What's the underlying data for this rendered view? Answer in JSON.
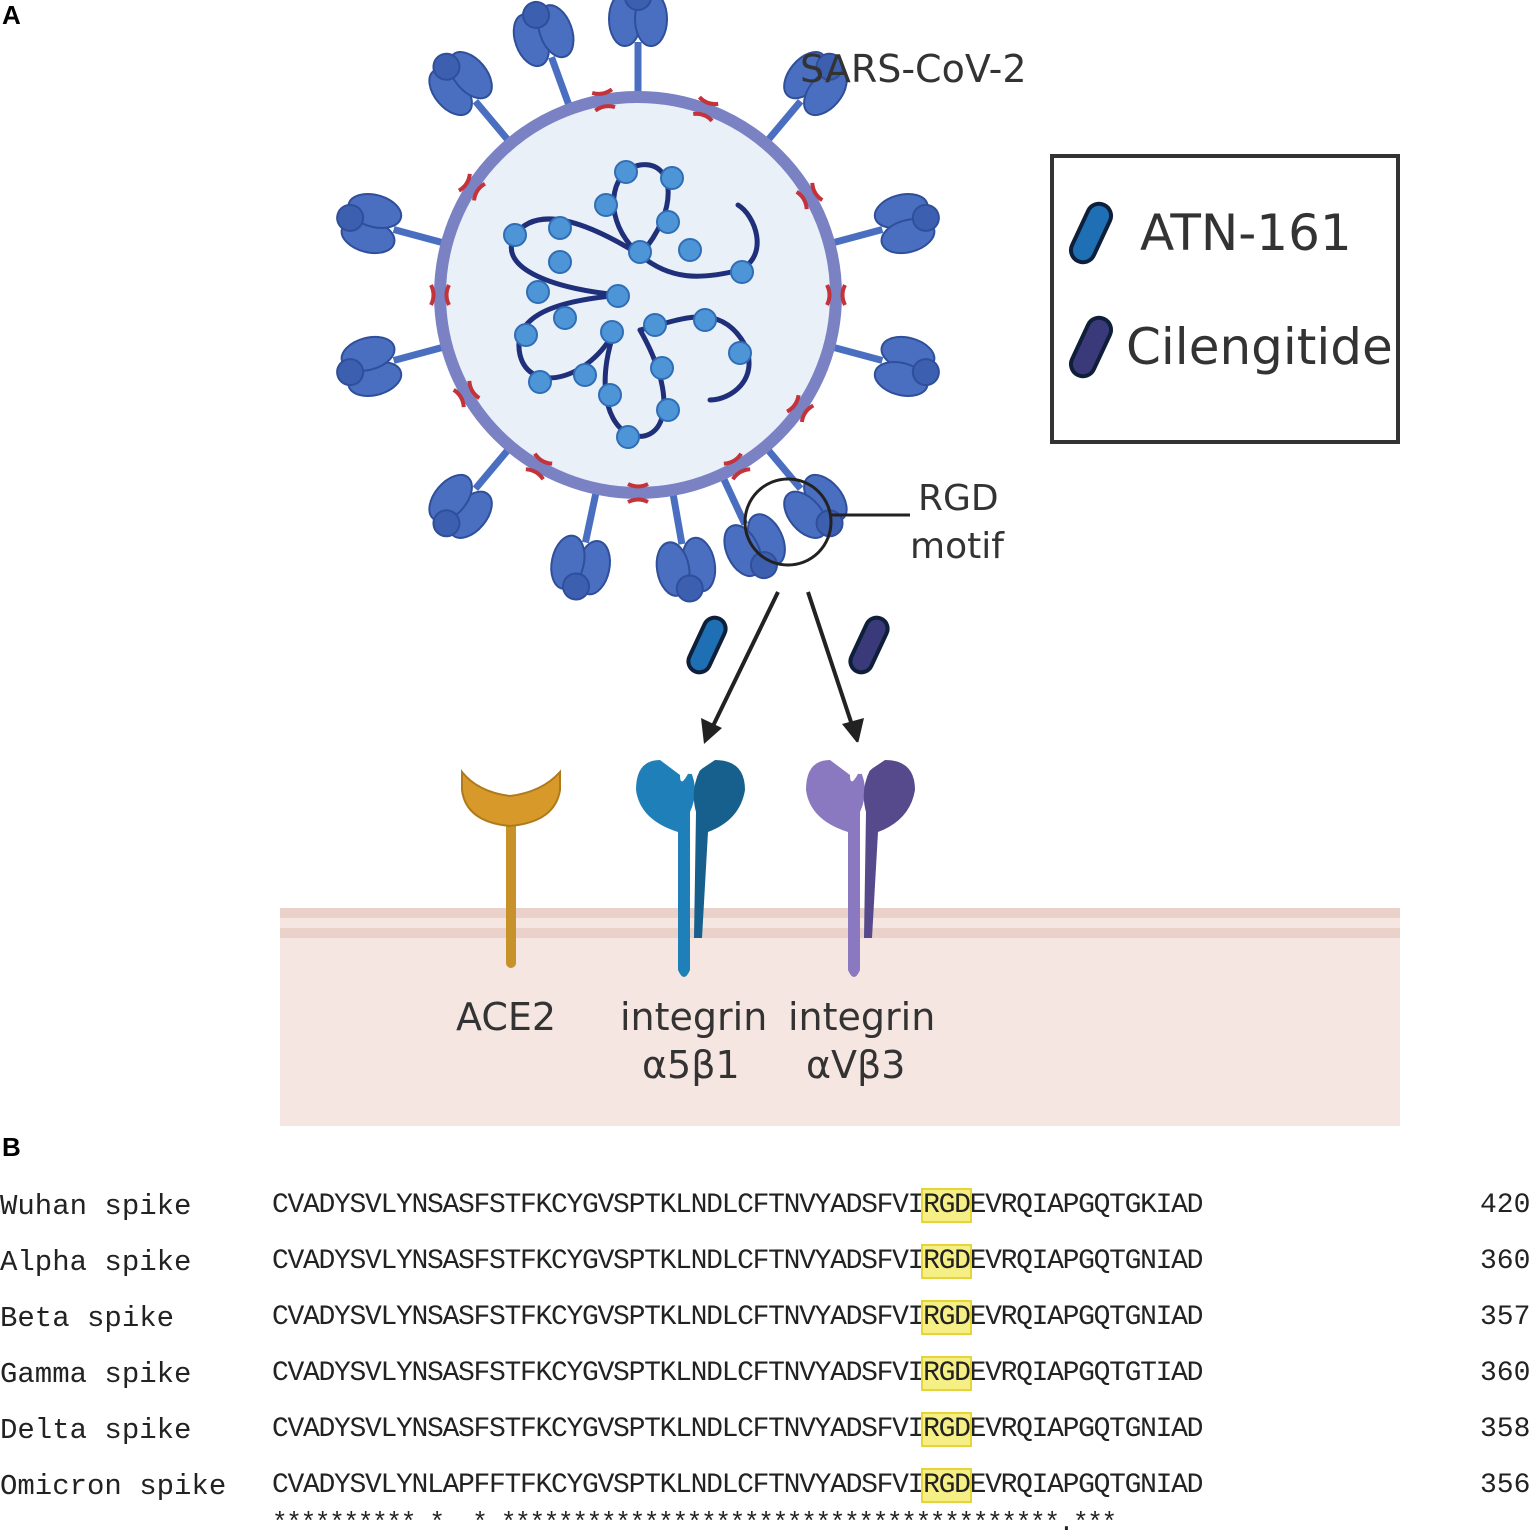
{
  "panel_a": {
    "letter": "A",
    "virus_label": "SARS-CoV-2",
    "rgd_label_line1": "RGD",
    "rgd_label_line2": "motif",
    "legend": [
      {
        "label": "ATN-161",
        "color": "#1f6fb5"
      },
      {
        "label": "Cilengitide",
        "color": "#3a3a7a"
      }
    ],
    "receptors": [
      {
        "line1": "ACE2",
        "line2": ""
      },
      {
        "line1": "integrin",
        "line2": "α5β1"
      },
      {
        "line1": "integrin",
        "line2": "αVβ3"
      }
    ],
    "colors": {
      "spike": "#4a6fc0",
      "envelope": "#7a82c4",
      "membrane": "#f6e6e1",
      "ace2": "#d79a2a",
      "integrin_a5b1": "#1f7fb8",
      "integrin_avb3": "#8a78c0"
    }
  },
  "panel_b": {
    "letter": "B",
    "rows": [
      {
        "name": "Wuhan spike",
        "pre": "CVADYSVLYNSASFSTFKCYGVSPTKLNDLCFTNVYADSFVI",
        "motif": "RGD",
        "post": "EVRQIAPGQTGKIAD",
        "num": "420"
      },
      {
        "name": "Alpha spike",
        "pre": "CVADYSVLYNSASFSTFKCYGVSPTKLNDLCFTNVYADSFVI",
        "motif": "RGD",
        "post": "EVRQIAPGQTGNIAD",
        "num": "360"
      },
      {
        "name": "Beta spike",
        "pre": "CVADYSVLYNSASFSTFKCYGVSPTKLNDLCFTNVYADSFVI",
        "motif": "RGD",
        "post": "EVRQIAPGQTGNIAD",
        "num": "357"
      },
      {
        "name": "Gamma spike",
        "pre": "CVADYSVLYNSASFSTFKCYGVSPTKLNDLCFTNVYADSFVI",
        "motif": "RGD",
        "post": "EVRQIAPGQTGTIAD",
        "num": "360"
      },
      {
        "name": "Delta spike",
        "pre": "CVADYSVLYNSASFSTFKCYGVSPTKLNDLCFTNVYADSFVI",
        "motif": "RGD",
        "post": "EVRQIAPGQTGNIAD",
        "num": "358"
      },
      {
        "name": "Omicron spike",
        "pre": "CVADYSVLYNLAPFFTFKCYGVSPTKLNDLCFTNVYADSFVI",
        "motif": "RGD",
        "post": "EVRQIAPGQTGNIAD",
        "num": "356"
      }
    ],
    "conservation": "********** *  * ***************************************.***"
  }
}
